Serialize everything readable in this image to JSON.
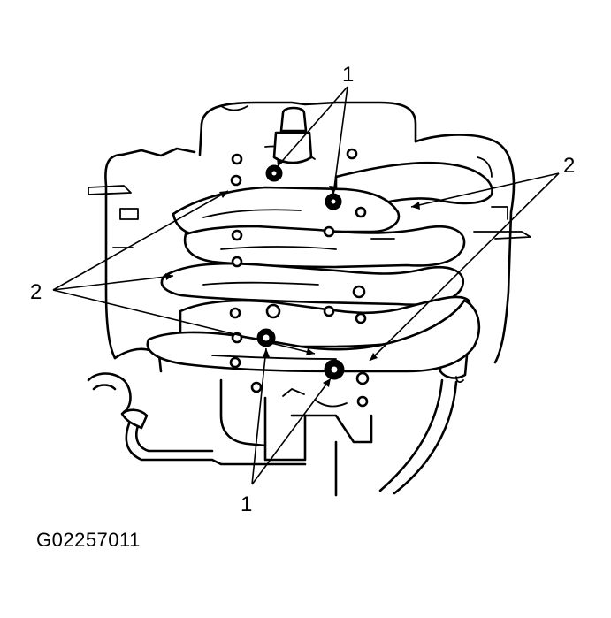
{
  "callouts": {
    "bolt_top": "1",
    "bolt_bottom": "1",
    "manifold_right": "2",
    "manifold_left": "2"
  },
  "figure_id": "G02257011",
  "colors": {
    "ink": "#000000",
    "background": "#ffffff"
  }
}
